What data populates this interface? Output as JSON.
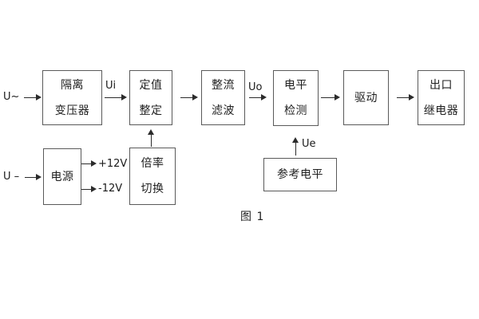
{
  "figure": {
    "caption": "图 1"
  },
  "signals": {
    "input_ac": "U~",
    "input_dc": "U –",
    "ui": "Ui",
    "uo": "Uo",
    "ue": "Ue",
    "plus_12v": "+12V",
    "minus_12v": "-12V"
  },
  "blocks": {
    "isolation_transformer": {
      "line1": "隔离",
      "line2": "变压器"
    },
    "setpoint_adjust": {
      "line1": "定值",
      "line2": "整定"
    },
    "rectifier_filter": {
      "line1": "整流",
      "line2": "滤波"
    },
    "level_detection": {
      "line1": "电平",
      "line2": "检测"
    },
    "drive": {
      "line1": "驱动"
    },
    "output_relay": {
      "line1": "出口",
      "line2": "继电器"
    },
    "power_supply": {
      "line1": "电源"
    },
    "ratio_switch": {
      "line1": "倍率",
      "line2": "切换"
    },
    "reference_level": {
      "line1": "参考电平"
    }
  },
  "colors": {
    "background": "#ffffff",
    "box_border": "#5a5a5a",
    "arrow": "#2b2b2b",
    "text": "#1f1f1f"
  }
}
